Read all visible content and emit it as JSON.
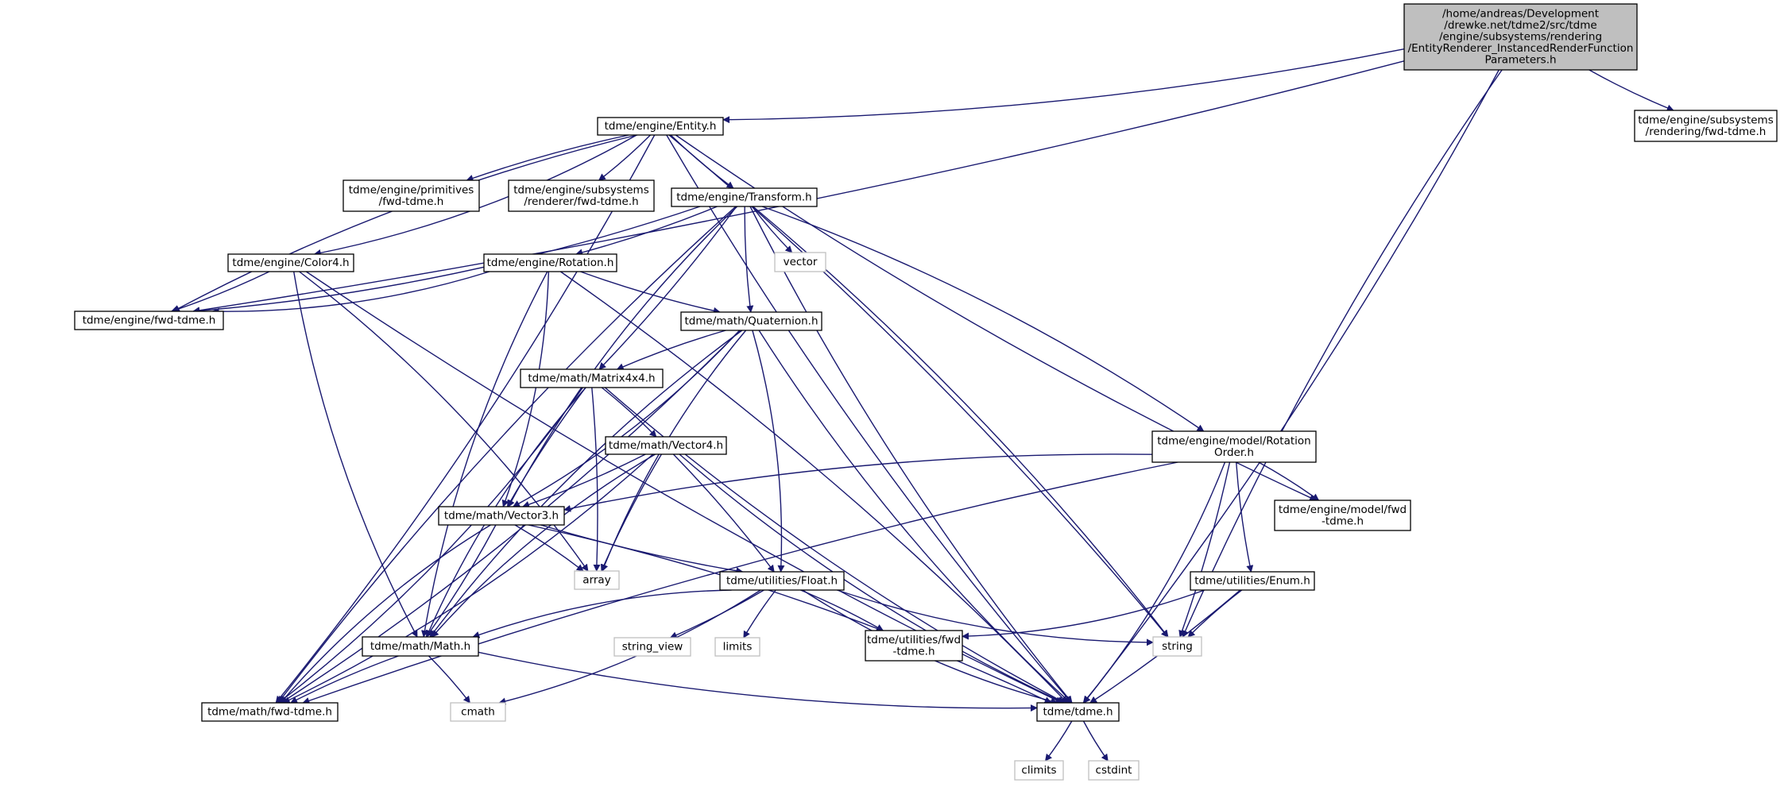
{
  "nodes": [
    {
      "id": "root",
      "lines": [
        "/home/andreas/Development",
        "/drewke.net/tdme2/src/tdme",
        "/engine/subsystems/rendering",
        "/EntityRenderer_InstancedRenderFunction",
        "Parameters.h"
      ],
      "kind": "root"
    },
    {
      "id": "entity",
      "lines": [
        "tdme/engine/Entity.h"
      ],
      "kind": "file"
    },
    {
      "id": "sub_render_fwd",
      "lines": [
        "tdme/engine/subsystems",
        "/rendering/fwd-tdme.h"
      ],
      "kind": "file"
    },
    {
      "id": "prim_fwd",
      "lines": [
        "tdme/engine/primitives",
        "/fwd-tdme.h"
      ],
      "kind": "file"
    },
    {
      "id": "renderer_fwd",
      "lines": [
        "tdme/engine/subsystems",
        "/renderer/fwd-tdme.h"
      ],
      "kind": "file"
    },
    {
      "id": "transform",
      "lines": [
        "tdme/engine/Transform.h"
      ],
      "kind": "file"
    },
    {
      "id": "color4",
      "lines": [
        "tdme/engine/Color4.h"
      ],
      "kind": "file"
    },
    {
      "id": "rotation",
      "lines": [
        "tdme/engine/Rotation.h"
      ],
      "kind": "file"
    },
    {
      "id": "vector",
      "lines": [
        "vector"
      ],
      "kind": "system"
    },
    {
      "id": "engine_fwd",
      "lines": [
        "tdme/engine/fwd-tdme.h"
      ],
      "kind": "file"
    },
    {
      "id": "quaternion",
      "lines": [
        "tdme/math/Quaternion.h"
      ],
      "kind": "file"
    },
    {
      "id": "matrix4x4",
      "lines": [
        "tdme/math/Matrix4x4.h"
      ],
      "kind": "file"
    },
    {
      "id": "rot_order",
      "lines": [
        "tdme/engine/model/Rotation",
        "Order.h"
      ],
      "kind": "file"
    },
    {
      "id": "vector4",
      "lines": [
        "tdme/math/Vector4.h"
      ],
      "kind": "file"
    },
    {
      "id": "model_fwd",
      "lines": [
        "tdme/engine/model/fwd",
        "-tdme.h"
      ],
      "kind": "file"
    },
    {
      "id": "vector3",
      "lines": [
        "tdme/math/Vector3.h"
      ],
      "kind": "file"
    },
    {
      "id": "array",
      "lines": [
        "array"
      ],
      "kind": "system"
    },
    {
      "id": "float",
      "lines": [
        "tdme/utilities/Float.h"
      ],
      "kind": "file"
    },
    {
      "id": "enum",
      "lines": [
        "tdme/utilities/Enum.h"
      ],
      "kind": "file"
    },
    {
      "id": "math",
      "lines": [
        "tdme/math/Math.h"
      ],
      "kind": "file"
    },
    {
      "id": "string_view",
      "lines": [
        "string_view"
      ],
      "kind": "system"
    },
    {
      "id": "limits",
      "lines": [
        "limits"
      ],
      "kind": "system"
    },
    {
      "id": "util_fwd",
      "lines": [
        "tdme/utilities/fwd",
        "-tdme.h"
      ],
      "kind": "file"
    },
    {
      "id": "string",
      "lines": [
        "string"
      ],
      "kind": "system"
    },
    {
      "id": "math_fwd",
      "lines": [
        "tdme/math/fwd-tdme.h"
      ],
      "kind": "file"
    },
    {
      "id": "cmath",
      "lines": [
        "cmath"
      ],
      "kind": "system"
    },
    {
      "id": "tdme",
      "lines": [
        "tdme/tdme.h"
      ],
      "kind": "file"
    },
    {
      "id": "climits",
      "lines": [
        "climits"
      ],
      "kind": "system"
    },
    {
      "id": "cstdint",
      "lines": [
        "cstdint"
      ],
      "kind": "system"
    }
  ],
  "edges": [
    [
      "root",
      "entity"
    ],
    [
      "root",
      "sub_render_fwd"
    ],
    [
      "root",
      "engine_fwd"
    ],
    [
      "root",
      "string"
    ],
    [
      "root",
      "tdme"
    ],
    [
      "entity",
      "prim_fwd"
    ],
    [
      "entity",
      "renderer_fwd"
    ],
    [
      "entity",
      "transform"
    ],
    [
      "entity",
      "color4"
    ],
    [
      "entity",
      "engine_fwd"
    ],
    [
      "entity",
      "math_fwd"
    ],
    [
      "entity",
      "model_fwd"
    ],
    [
      "entity",
      "string"
    ],
    [
      "entity",
      "tdme"
    ],
    [
      "transform",
      "rotation"
    ],
    [
      "transform",
      "vector"
    ],
    [
      "transform",
      "engine_fwd"
    ],
    [
      "transform",
      "quaternion"
    ],
    [
      "transform",
      "matrix4x4"
    ],
    [
      "transform",
      "vector3"
    ],
    [
      "transform",
      "rot_order"
    ],
    [
      "transform",
      "math_fwd"
    ],
    [
      "transform",
      "string"
    ],
    [
      "transform",
      "tdme"
    ],
    [
      "color4",
      "engine_fwd"
    ],
    [
      "color4",
      "math"
    ],
    [
      "color4",
      "array"
    ],
    [
      "color4",
      "tdme"
    ],
    [
      "rotation",
      "engine_fwd"
    ],
    [
      "rotation",
      "quaternion"
    ],
    [
      "rotation",
      "vector3"
    ],
    [
      "rotation",
      "math"
    ],
    [
      "rotation",
      "tdme"
    ],
    [
      "quaternion",
      "matrix4x4"
    ],
    [
      "quaternion",
      "vector3"
    ],
    [
      "quaternion",
      "array"
    ],
    [
      "quaternion",
      "float"
    ],
    [
      "quaternion",
      "math"
    ],
    [
      "quaternion",
      "math_fwd"
    ],
    [
      "quaternion",
      "tdme"
    ],
    [
      "matrix4x4",
      "vector4"
    ],
    [
      "matrix4x4",
      "vector3"
    ],
    [
      "matrix4x4",
      "array"
    ],
    [
      "matrix4x4",
      "math"
    ],
    [
      "matrix4x4",
      "math_fwd"
    ],
    [
      "matrix4x4",
      "tdme"
    ],
    [
      "vector4",
      "vector3"
    ],
    [
      "vector4",
      "array"
    ],
    [
      "vector4",
      "float"
    ],
    [
      "vector4",
      "math"
    ],
    [
      "vector4",
      "math_fwd"
    ],
    [
      "vector4",
      "tdme"
    ],
    [
      "vector3",
      "array"
    ],
    [
      "vector3",
      "float"
    ],
    [
      "vector3",
      "math"
    ],
    [
      "vector3",
      "math_fwd"
    ],
    [
      "vector3",
      "tdme"
    ],
    [
      "rot_order",
      "vector3"
    ],
    [
      "rot_order",
      "model_fwd"
    ],
    [
      "rot_order",
      "enum"
    ],
    [
      "rot_order",
      "string"
    ],
    [
      "rot_order",
      "math_fwd"
    ],
    [
      "rot_order",
      "tdme"
    ],
    [
      "float",
      "math"
    ],
    [
      "float",
      "string_view"
    ],
    [
      "float",
      "limits"
    ],
    [
      "float",
      "util_fwd"
    ],
    [
      "float",
      "string"
    ],
    [
      "float",
      "cmath"
    ],
    [
      "float",
      "tdme"
    ],
    [
      "enum",
      "util_fwd"
    ],
    [
      "enum",
      "string"
    ],
    [
      "enum",
      "tdme"
    ],
    [
      "math",
      "math_fwd"
    ],
    [
      "math",
      "cmath"
    ],
    [
      "math",
      "tdme"
    ],
    [
      "tdme",
      "climits"
    ],
    [
      "tdme",
      "cstdint"
    ]
  ]
}
